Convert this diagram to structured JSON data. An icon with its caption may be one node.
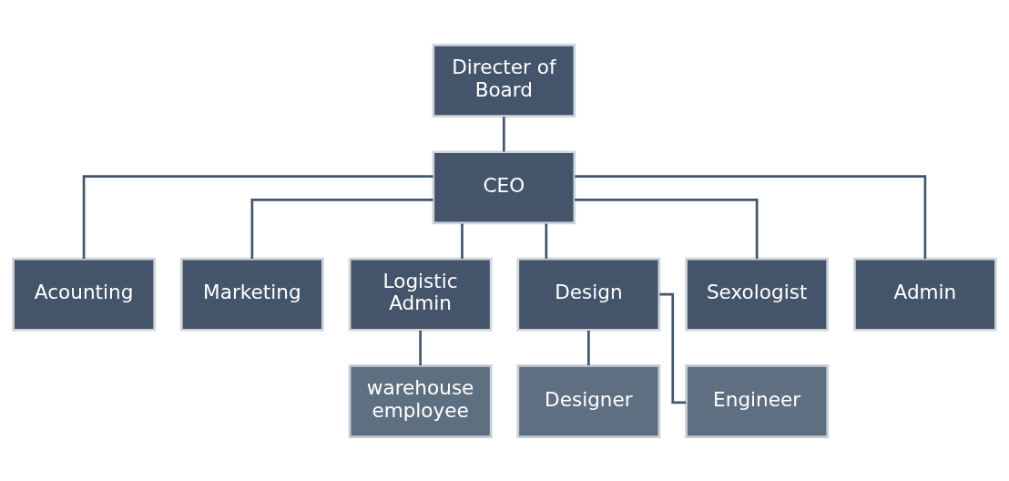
{
  "diagram": {
    "nodes": [
      {
        "text": [
          "Directer of Board"
        ]
      },
      {
        "text": [
          "CEO"
        ]
      },
      {
        "text": [
          "Acounting"
        ]
      },
      {
        "text": [
          "Marketing"
        ]
      },
      {
        "text": [
          "Logistic Admin"
        ]
      },
      {
        "text": [
          "Design"
        ]
      },
      {
        "text": [
          "Sexologist"
        ]
      },
      {
        "text": [
          "Admin"
        ]
      },
      {
        "text": [
          "warehouse employee"
        ]
      },
      {
        "text": [
          "Designer"
        ]
      },
      {
        "text": [
          "Engineer"
        ]
      }
    ],
    "edges": [
      {
        "from": 0,
        "to": 1,
        "arrow": "none"
      },
      {
        "from": 1,
        "to": 2,
        "arrow": "none"
      },
      {
        "from": 1,
        "to": 3,
        "arrow": "none"
      },
      {
        "from": 1,
        "to": 4,
        "arrow": "none"
      },
      {
        "from": 1,
        "to": 5,
        "arrow": "none"
      },
      {
        "from": 1,
        "to": 6,
        "arrow": "none"
      },
      {
        "from": 1,
        "to": 7,
        "arrow": "none"
      },
      {
        "from": 4,
        "to": 8,
        "arrow": "none"
      },
      {
        "from": 5,
        "to": 9,
        "arrow": "none"
      },
      {
        "from": 5,
        "to": 10,
        "arrow": "none"
      }
    ]
  }
}
